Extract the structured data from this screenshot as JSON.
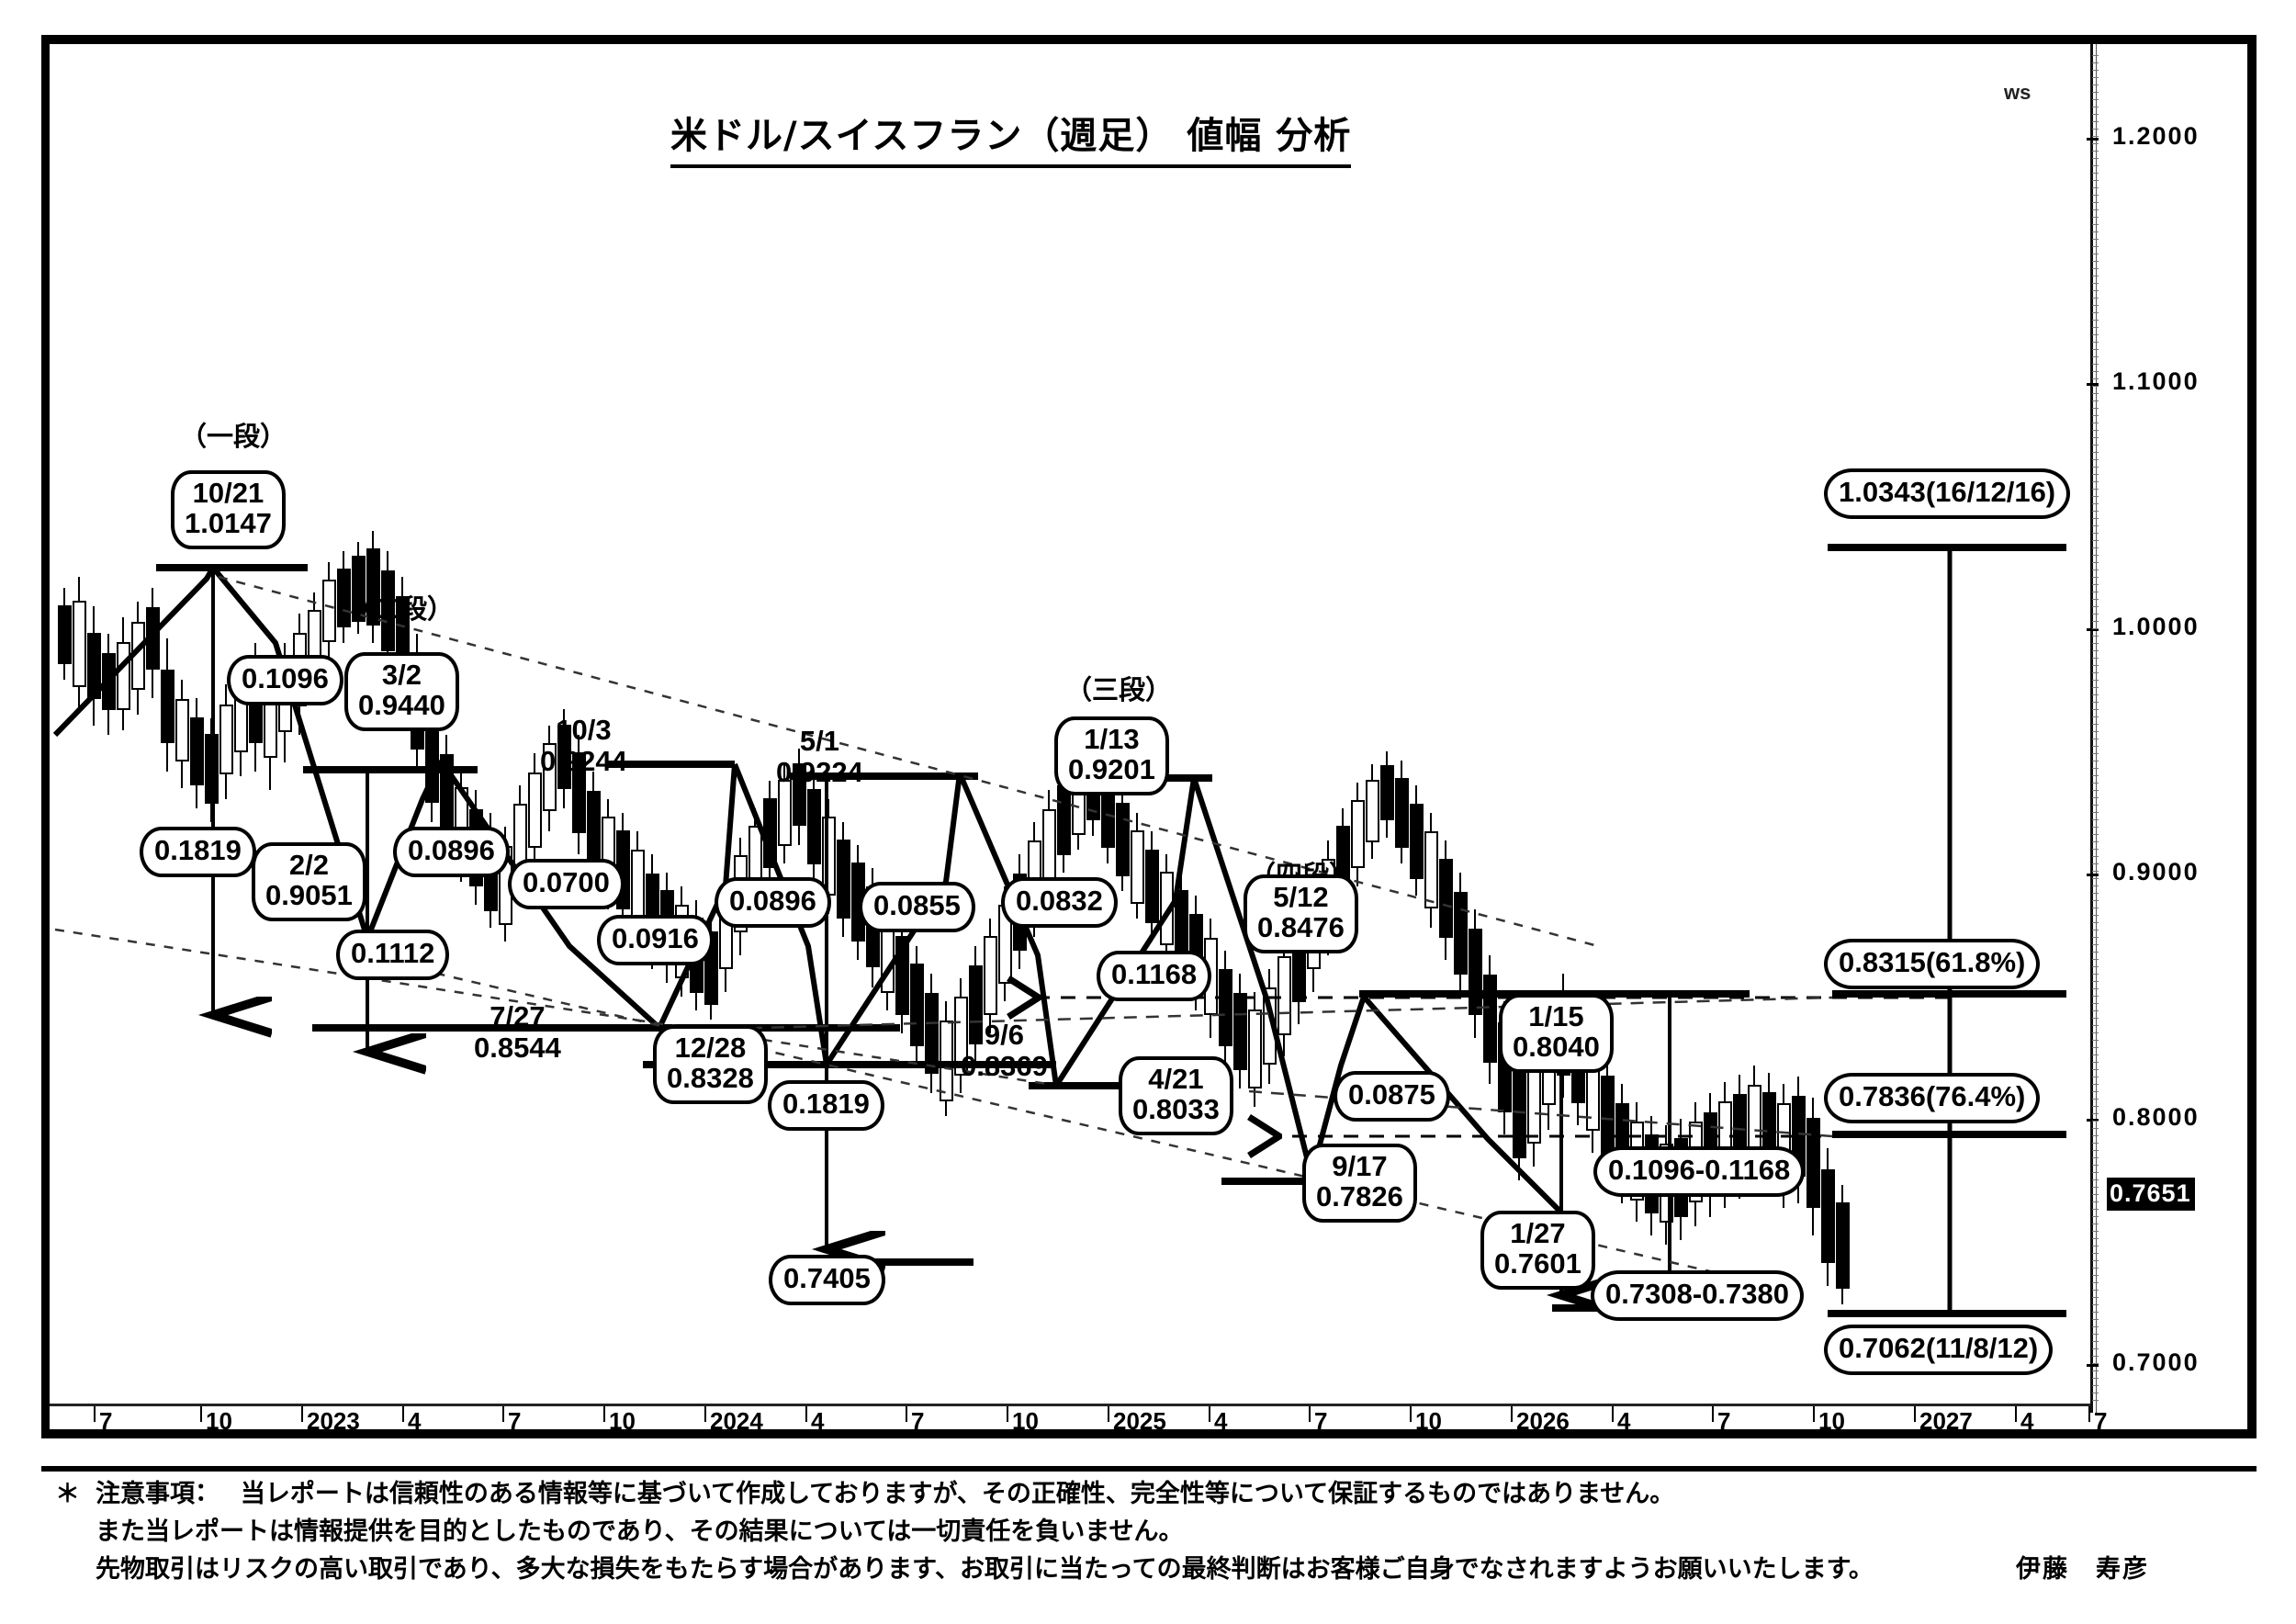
{
  "header": {
    "title": "米ドル/スイスフラン（週足） 値幅 分析",
    "corner_mark": "ws"
  },
  "chart_data": {
    "type": "line",
    "title": "米ドル/スイスフラン（週足） 値幅 分析",
    "subtitle": "値幅 分析",
    "xlabel": "",
    "ylabel": "",
    "grid": false,
    "legend_position": "none",
    "ylim": [
      0.66,
      1.235
    ],
    "yticks": [
      "1.2000",
      "1.1000",
      "1.0000",
      "0.9000",
      "0.8000",
      "0.7000"
    ],
    "ytick_values": [
      1.2,
      1.1,
      1.0,
      0.9,
      0.8,
      0.7
    ],
    "current_price_label": "0.7651",
    "current_price_value": 0.7651,
    "xticks": [
      "7",
      "10",
      "2023",
      "4",
      "7",
      "10",
      "2024",
      "4",
      "7",
      "10",
      "2025",
      "4",
      "7",
      "10",
      "2026",
      "4",
      "7",
      "10",
      "2027",
      "4",
      "7"
    ],
    "swing_points": [
      {
        "date": "10/21",
        "price": "1.0147",
        "type": "high",
        "stage": "（一段）"
      },
      {
        "date": "2/2",
        "price": "0.9051",
        "type": "low"
      },
      {
        "date": "3/2",
        "price": "0.9440",
        "type": "high",
        "stage": "（二段）"
      },
      {
        "date": "7/27",
        "price": "0.8544",
        "type": "low"
      },
      {
        "date": "10/3",
        "price": "0.9244",
        "type": "high"
      },
      {
        "date": "12/28",
        "price": "0.8328",
        "type": "low"
      },
      {
        "date": "5/1",
        "price": "0.9224",
        "type": "high"
      },
      {
        "date": "9/6",
        "price": "0.8369",
        "type": "low"
      },
      {
        "date": "1/13",
        "price": "0.9201",
        "type": "high",
        "stage": "（三段）"
      },
      {
        "date": "4/21",
        "price": "0.8033",
        "type": "low"
      },
      {
        "date": "5/12",
        "price": "0.8476",
        "type": "high",
        "stage": "（四段）"
      },
      {
        "date": "9/17",
        "price": "0.7826",
        "type": "low"
      },
      {
        "date": "1/15",
        "price": "0.8040",
        "type": "high"
      },
      {
        "date": "1/27",
        "price": "0.7601",
        "type": "low"
      }
    ],
    "range_measures": [
      "0.1096",
      "0.1819",
      "0.1112",
      "0.0896",
      "0.0700",
      "0.0916",
      "0.0896",
      "0.1819",
      "0.0855",
      "0.0832",
      "0.1168",
      "0.0875"
    ],
    "projection_targets": [
      {
        "label": "0.7405",
        "kind": "measured-move-target"
      },
      {
        "label": "0.1096-0.1168",
        "kind": "projected-range"
      },
      {
        "label": "0.7308-0.7380",
        "kind": "projected-target-zone"
      }
    ],
    "retracement_levels": [
      {
        "label": "1.0343(16/12/16)",
        "value": 1.0343,
        "note": "swing high"
      },
      {
        "label": "0.8315(61.8%)",
        "value": 0.8315,
        "note": "61.8%"
      },
      {
        "label": "0.7836(76.4%)",
        "value": 0.7836,
        "note": "76.4%"
      },
      {
        "label": "0.7062(11/8/12)",
        "value": 0.7062,
        "note": "swing low"
      }
    ],
    "stages": [
      "（一段）",
      "（二段）",
      "（三段）",
      "（四段）"
    ]
  },
  "annotations": {
    "stage1": "（一段）",
    "stage2": "（二段）",
    "stage3": "（三段）",
    "stage4": "（四段）",
    "p_10_21_d": "10/21",
    "p_10_21_v": "1.0147",
    "r_0_1096": "0.1096",
    "r_0_1819_a": "0.1819",
    "p_2_2_d": "2/2",
    "p_2_2_v": "0.9051",
    "p_3_2_d": "3/2",
    "p_3_2_v": "0.9440",
    "r_0_1112": "0.1112",
    "r_0_0896_a": "0.0896",
    "r_0_0700": "0.0700",
    "p_7_27_d": "7/27",
    "p_7_27_v": "0.8544",
    "p_10_3_d": "10/3",
    "p_10_3_v": "0.9244",
    "r_0_0916": "0.0916",
    "p_12_28_d": "12/28",
    "p_12_28_v": "0.8328",
    "r_0_0896_b": "0.0896",
    "p_5_1_d": "5/1",
    "p_5_1_v": "0.9224",
    "r_0_1819_b": "0.1819",
    "t_0_7405": "0.7405",
    "r_0_0855": "0.0855",
    "p_9_6_d": "9/6",
    "p_9_6_v": "0.8369",
    "r_0_0832": "0.0832",
    "p_1_13_d": "1/13",
    "p_1_13_v": "0.9201",
    "r_0_1168": "0.1168",
    "p_4_21_d": "4/21",
    "p_4_21_v": "0.8033",
    "p_5_12_d": "5/12",
    "p_5_12_v": "0.8476",
    "r_0_0875": "0.0875",
    "p_9_17_d": "9/17",
    "p_9_17_v": "0.7826",
    "p_1_15_d": "1/15",
    "p_1_15_v": "0.8040",
    "p_1_27_d": "1/27",
    "p_1_27_v": "0.7601",
    "proj_range": "0.1096-0.1168",
    "proj_zone": "0.7308-0.7380",
    "fib_high": "1.0343(16/12/16)",
    "fib_618": "0.8315(61.8%)",
    "fib_764": "0.7836(76.4%)",
    "fib_low": "0.7062(11/8/12)"
  },
  "yaxis": {
    "t1": "1.2000",
    "t2": "1.1000",
    "t3": "1.0000",
    "t4": "0.9000",
    "t5": "0.8000",
    "t6": "0.7000",
    "current": "0.7651"
  },
  "xaxis": {
    "labels": [
      "7",
      "10",
      "2023",
      "4",
      "7",
      "10",
      "2024",
      "4",
      "7",
      "10",
      "2025",
      "4",
      "7",
      "10",
      "2026",
      "4",
      "7",
      "10",
      "2027",
      "4",
      "7"
    ]
  },
  "footer": {
    "star": "＊",
    "line1": "注意事項：　 当レポートは信頼性のある情報等に基づいて作成しておりますが、その正確性、完全性等について保証するものではありません。",
    "line2": "また当レポートは情報提供を目的としたものであり、その結果については一切責任を負いません。",
    "line3": "先物取引はリスクの高い取引であり、多大な損失をもたらす場合があります、お取引に当たっての最終判断はお客様ご自身でなされますようお願いいたします。",
    "author": "伊藤　寿彦"
  }
}
